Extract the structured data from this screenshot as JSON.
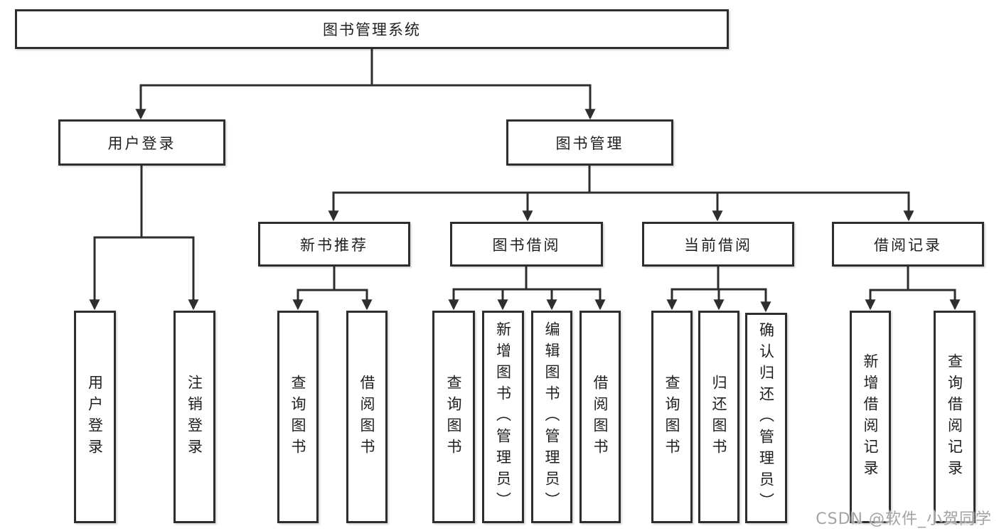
{
  "diagram": {
    "line_color": "#2e2e2e",
    "text_color": "#1f1f1f",
    "background": "#ffffff",
    "nodes": {
      "root": {
        "label": "图书管理系统"
      },
      "user_login": {
        "label": "用户登录"
      },
      "book_mgmt": {
        "label": "图书管理"
      },
      "new_book_rec": {
        "label": "新书推荐"
      },
      "book_borrow": {
        "label": "图书借阅"
      },
      "current_borrow": {
        "label": "当前借阅"
      },
      "borrow_records": {
        "label": "借阅记录"
      }
    },
    "leaves": [
      {
        "label": "用户登录"
      },
      {
        "label": "注销登录"
      },
      {
        "label": "查询图书"
      },
      {
        "label": "借阅图书"
      },
      {
        "label": "查询图书"
      },
      {
        "label": "新增图书（管理员）"
      },
      {
        "label": "编辑图书（管理员）"
      },
      {
        "label": "借阅图书"
      },
      {
        "label": "查询图书"
      },
      {
        "label": "归还图书"
      },
      {
        "label": "确认归还（管理员）"
      },
      {
        "label": "新增借阅记录"
      },
      {
        "label": "查询借阅记录"
      }
    ]
  },
  "watermark": {
    "text": "CSDN @软件_小贺同学",
    "color": "#a3a3a3"
  }
}
